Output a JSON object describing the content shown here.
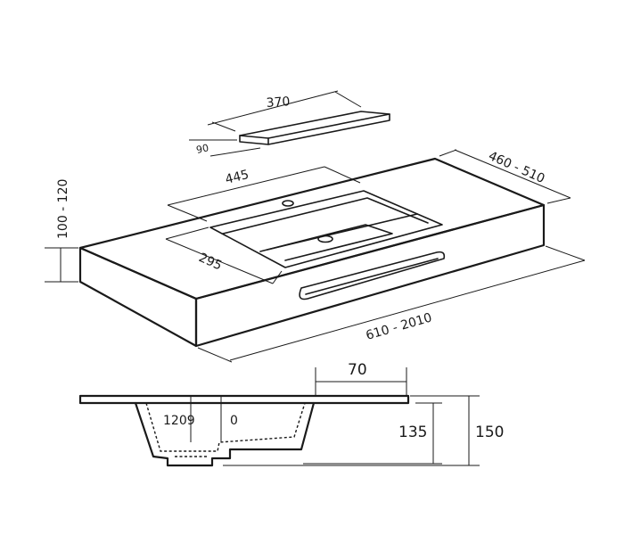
{
  "shelf": {
    "width_label": "370",
    "depth_label": "90"
  },
  "basin": {
    "length_label": "445",
    "depth_label": "460 - 510",
    "width_label": "295",
    "total_length_label": "610 - 2010",
    "height_label": "100 - 120"
  },
  "section": {
    "rim_label": "70",
    "inner_label_a": "1209",
    "inner_label_b": "0",
    "bowl_depth_label": "135",
    "total_height_label": "150"
  },
  "colors": {
    "line": "#1a1a1a",
    "background": "#ffffff"
  }
}
